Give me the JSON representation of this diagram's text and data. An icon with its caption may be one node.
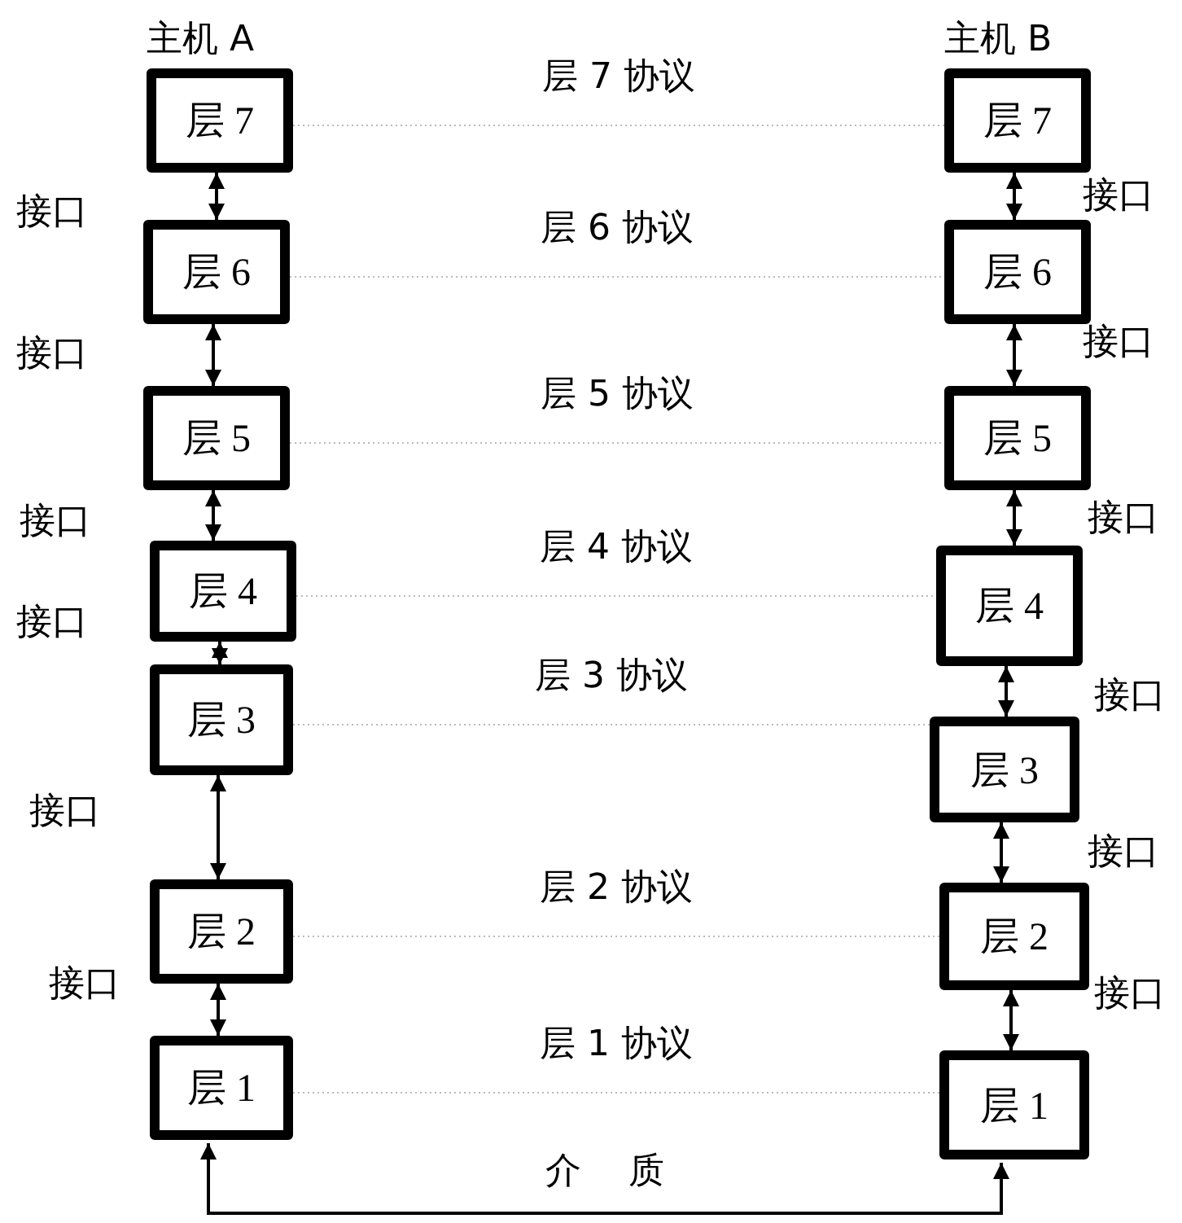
{
  "diagram": {
    "nodes": [
      {
        "text": [
          "层 7"
        ],
        "beside": [
          "主机 A"
        ]
      },
      {
        "text": [
          "层 6"
        ]
      },
      {
        "text": [
          "层 5"
        ]
      },
      {
        "text": [
          "层 4"
        ]
      },
      {
        "text": [
          "层 3"
        ]
      },
      {
        "text": [
          "层 2"
        ]
      },
      {
        "text": [
          "层 1"
        ]
      },
      {
        "text": [
          "层 7"
        ],
        "beside": [
          "主机 B"
        ]
      },
      {
        "text": [
          "层 6"
        ]
      },
      {
        "text": [
          "层 5"
        ]
      },
      {
        "text": [
          "层 4"
        ]
      },
      {
        "text": [
          "层 3"
        ]
      },
      {
        "text": [
          "层 2"
        ]
      },
      {
        "text": [
          "层 1"
        ]
      }
    ],
    "edges": [
      {
        "from": 0,
        "to": 1,
        "arrow": "both"
      },
      {
        "from": 1,
        "to": 2,
        "arrow": "both"
      },
      {
        "from": 2,
        "to": 3,
        "arrow": "both"
      },
      {
        "from": 3,
        "to": 4,
        "arrow": "both"
      },
      {
        "from": 4,
        "to": 5,
        "arrow": "both"
      },
      {
        "from": 5,
        "to": 6,
        "arrow": "both"
      },
      {
        "from": 7,
        "to": 8,
        "arrow": "both"
      },
      {
        "from": 8,
        "to": 9,
        "arrow": "both"
      },
      {
        "from": 9,
        "to": 10,
        "arrow": "both"
      },
      {
        "from": 10,
        "to": 11,
        "arrow": "both"
      },
      {
        "from": 11,
        "to": 12,
        "arrow": "both"
      },
      {
        "from": 12,
        "to": 13,
        "arrow": "both"
      },
      {
        "from": 0,
        "to": 7,
        "arrow": "none",
        "label": "层 7 协议",
        "style": "dashed",
        "color": "#bbbbbb"
      },
      {
        "from": 1,
        "to": 8,
        "arrow": "none",
        "label": "层 6 协议",
        "style": "dashed",
        "color": "#bbbbbb"
      },
      {
        "from": 2,
        "to": 9,
        "arrow": "none",
        "label": "层 5 协议",
        "style": "dashed",
        "color": "#bbbbbb"
      },
      {
        "from": 3,
        "to": 10,
        "arrow": "none",
        "label": "层 4 协议",
        "style": "dashed",
        "color": "#bbbbbb"
      },
      {
        "from": 4,
        "to": 11,
        "arrow": "none",
        "label": "层 3 协议",
        "style": "dashed",
        "color": "#bbbbbb"
      },
      {
        "from": 5,
        "to": 12,
        "arrow": "none",
        "label": "层 2 协议",
        "style": "dashed",
        "color": "#bbbbbb"
      },
      {
        "from": 6,
        "to": 13,
        "arrow": "none",
        "label": "层 1 协议",
        "style": "dashed",
        "color": "#bbbbbb"
      },
      {
        "from": 6,
        "to": 13,
        "arrow": "both",
        "label": "介　 质"
      }
    ],
    "labels": [
      "接口",
      "接口",
      "接口",
      "接口",
      "接口",
      "接口",
      "接口",
      "接口",
      "接口",
      "接口",
      "接口",
      "接口"
    ]
  }
}
